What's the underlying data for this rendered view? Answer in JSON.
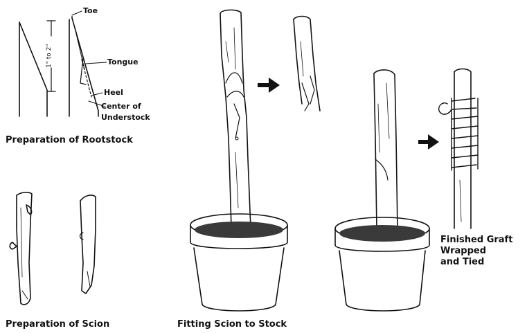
{
  "rootstock": {
    "measure": "1\" to 2\"",
    "toe": "Toe",
    "tongue": "Tongue",
    "heel": "Heel",
    "center_line1": "Center of",
    "center_line2": "Understock",
    "caption": "Preparation of Rootstock"
  },
  "scion": {
    "caption": "Preparation of Scion"
  },
  "fitting": {
    "caption": "Fitting Scion to Stock"
  },
  "finished": {
    "line1": "Finished Graft",
    "line2": "Wrapped",
    "line3": "and Tied"
  },
  "colors": {
    "ink": "#111111",
    "soil": "#3a3a3a",
    "paper": "#ffffff"
  }
}
